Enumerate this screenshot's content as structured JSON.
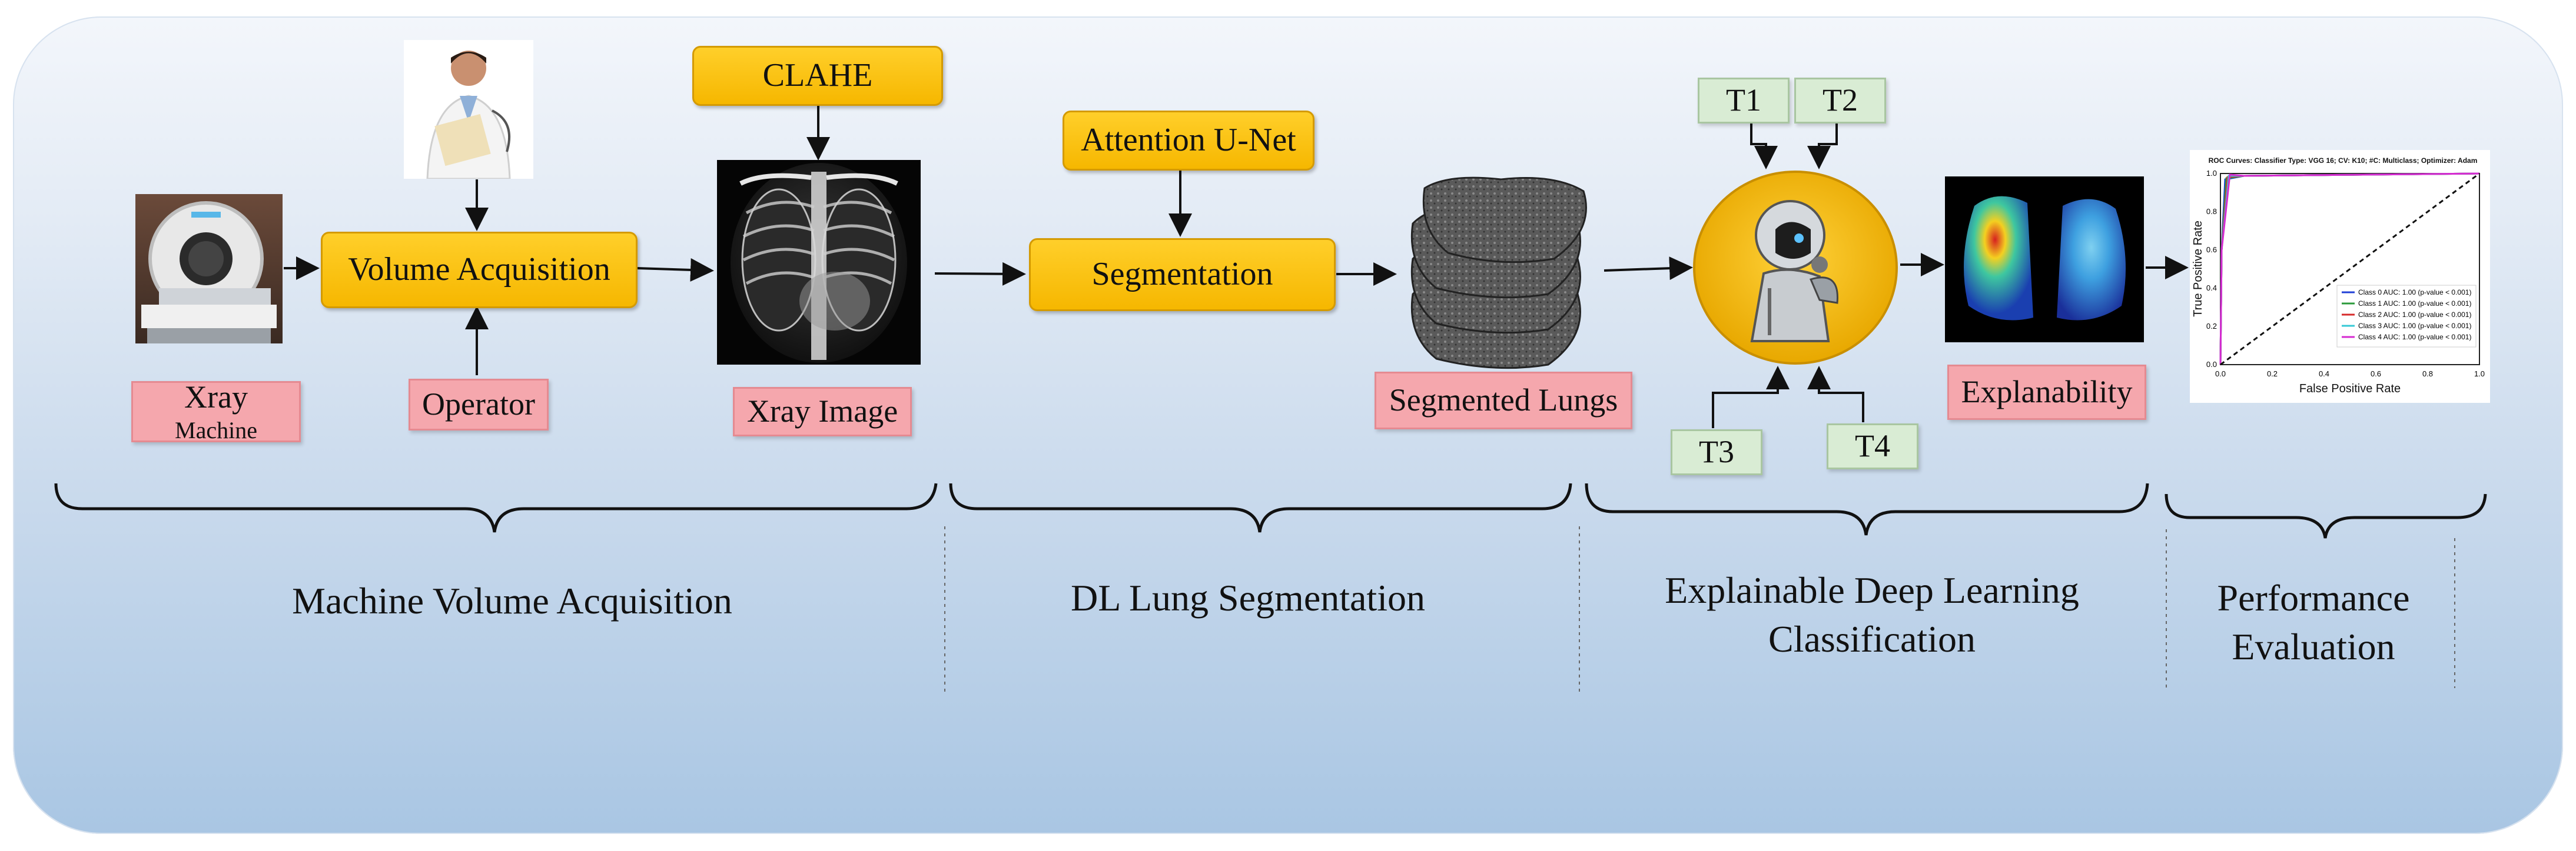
{
  "boxes": {
    "xray_machine": "Xray",
    "xray_machine_sub": "Machine",
    "volume_acquisition": "Volume Acquisition",
    "operator": "Operator",
    "clahe": "CLAHE",
    "xray_image": "Xray Image",
    "attention_unet": "Attention U-Net",
    "segmentation": "Segmentation",
    "segmented_lungs": "Segmented Lungs",
    "t1": "T1",
    "t2": "T2",
    "t3": "T3",
    "t4": "T4",
    "explainability": "Explanability"
  },
  "sections": {
    "machine_volume_acquisition": "Machine Volume Acquisition",
    "dl_lung_segmentation": "DL Lung Segmentation",
    "explainable_line1": "Explainable Deep Learning",
    "explainable_line2": "Classification",
    "performance_line1": "Performance",
    "performance_line2": "Evaluation"
  },
  "roc_thumbnail": {
    "title": "ROC Curves: Classifier Type: VGG 16; CV: K10; #C: Multiclass; Optimizer: Adam",
    "xlabel": "False Positive Rate",
    "ylabel": "True Positive Rate",
    "ticks": [
      "0.0",
      "0.2",
      "0.4",
      "0.6",
      "0.8",
      "1.0"
    ],
    "legend": [
      {
        "label": "Class 0 AUC: 1.00 (p-value < 0.001)",
        "color": "#1f3fd6"
      },
      {
        "label": "Class 1 AUC: 1.00 (p-value < 0.001)",
        "color": "#2a9a3a"
      },
      {
        "label": "Class 2 AUC: 1.00 (p-value < 0.001)",
        "color": "#d62a2a"
      },
      {
        "label": "Class 3 AUC: 1.00 (p-value < 0.001)",
        "color": "#35c9d6"
      },
      {
        "label": "Class 4 AUC: 1.00 (p-value < 0.001)",
        "color": "#d62ad0"
      }
    ]
  }
}
